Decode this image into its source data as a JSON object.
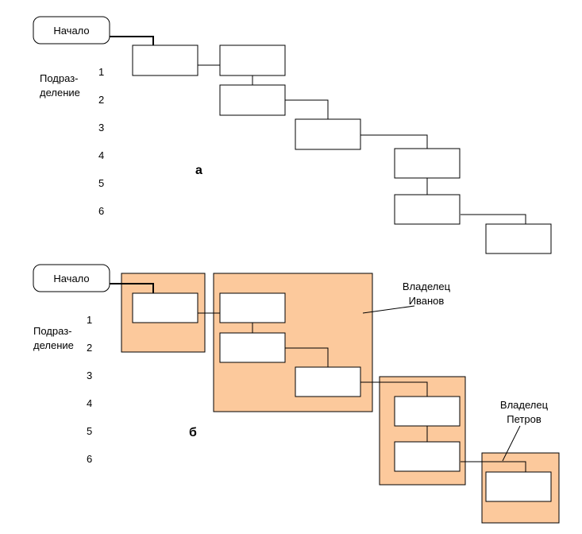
{
  "start_label": "Начало",
  "department_label_line1": "Подраз-",
  "department_label_line2": "деление",
  "levels": [
    "1",
    "2",
    "3",
    "4",
    "5",
    "6"
  ],
  "panel_a_label": "а",
  "panel_b_label": "б",
  "owner_ivanov_line1": "Владелец",
  "owner_ivanov_line2": "Иванов",
  "owner_petrov_line1": "Владелец",
  "owner_petrov_line2": "Петров",
  "colors": {
    "owner_fill": "#fcc99c",
    "stroke": "#000000",
    "box_fill": "#ffffff"
  }
}
